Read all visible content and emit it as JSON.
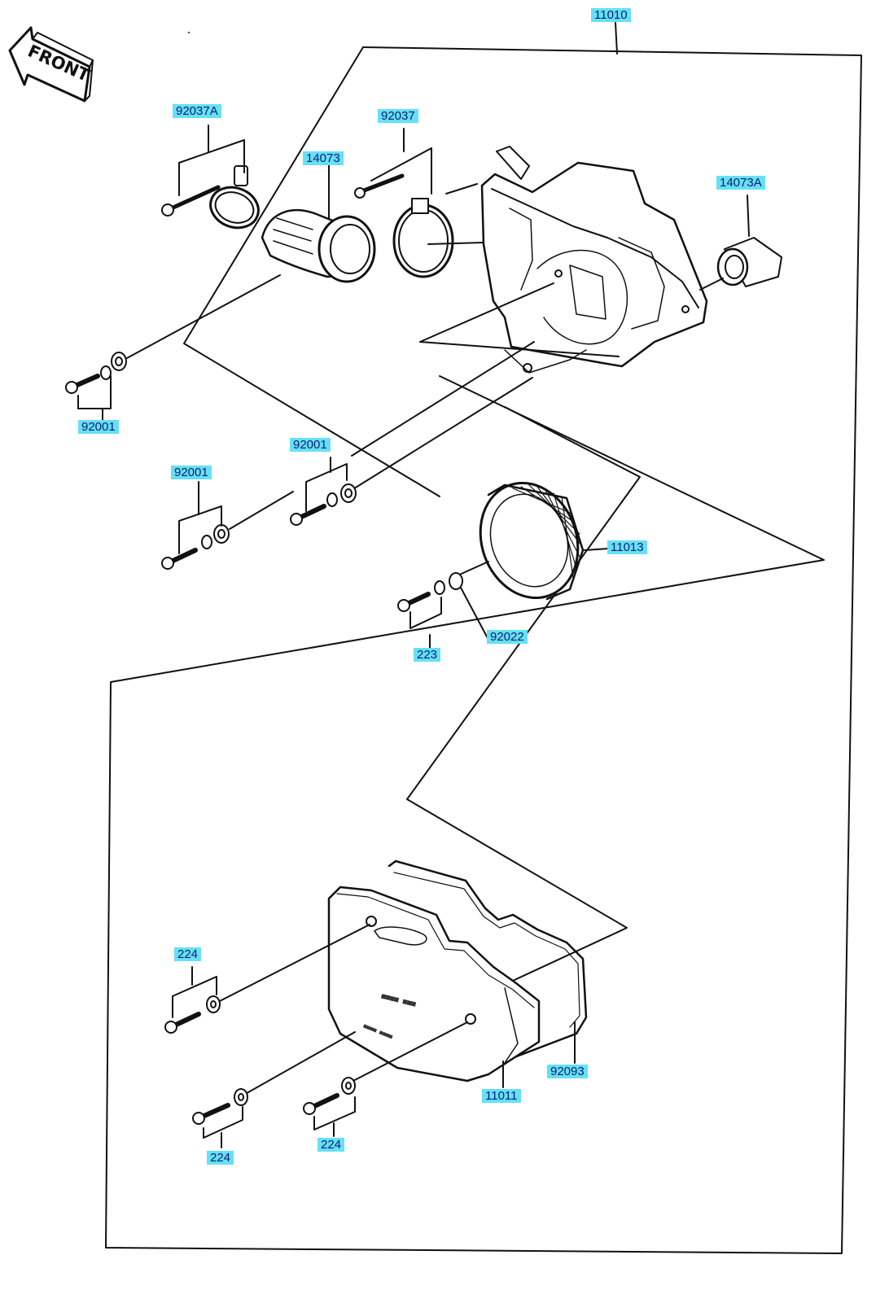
{
  "diagram": {
    "front_label": "FRONT",
    "label_color": "#66e0f5",
    "line_color": "#111111",
    "part_labels": {
      "p11010": "11010",
      "p92037A": "92037A",
      "p14073": "14073",
      "p92037": "92037",
      "p14073A": "14073A",
      "p92001_a": "92001",
      "p92001_b": "92001",
      "p92001_c": "92001",
      "p11013": "11013",
      "p92022": "92022",
      "p223": "223",
      "p224_a": "224",
      "p224_b": "224",
      "p224_c": "224",
      "p11011": "11011",
      "p92093": "92093"
    }
  }
}
